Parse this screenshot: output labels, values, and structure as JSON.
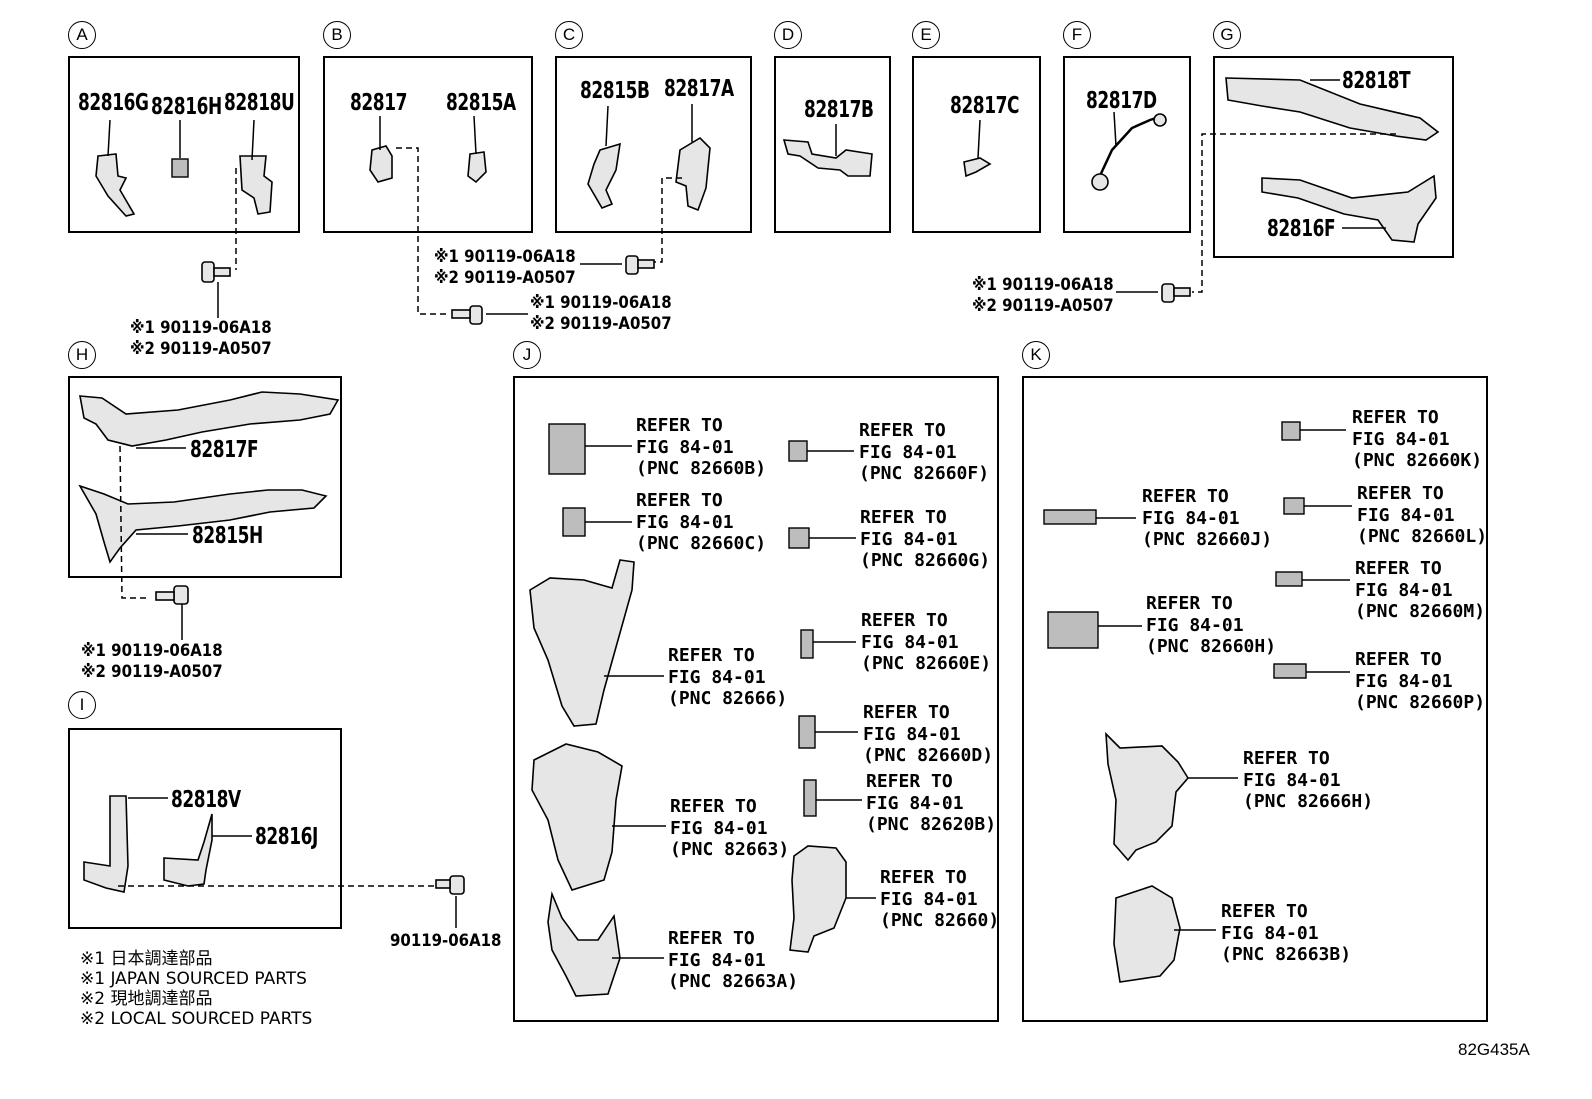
{
  "sections": {
    "A": {
      "label": "A",
      "parts": [
        "82816G",
        "82816H",
        "82818U"
      ]
    },
    "B": {
      "label": "B",
      "parts": [
        "82817",
        "82815A"
      ]
    },
    "C": {
      "label": "C",
      "parts": [
        "82815B",
        "82817A"
      ]
    },
    "D": {
      "label": "D",
      "parts": [
        "82817B"
      ]
    },
    "E": {
      "label": "E",
      "parts": [
        "82817C"
      ]
    },
    "F": {
      "label": "F",
      "parts": [
        "82817D"
      ]
    },
    "G": {
      "label": "G",
      "parts": [
        "82818T",
        "82816F"
      ]
    },
    "H": {
      "label": "H",
      "parts": [
        "82817F",
        "82815H"
      ]
    },
    "I": {
      "label": "I",
      "parts": [
        "82818V",
        "82816J"
      ]
    },
    "J": {
      "label": "J"
    },
    "K": {
      "label": "K"
    }
  },
  "fasteners": {
    "two_line": "※1 90119-06A18\n※2 90119-A0507",
    "single": "90119-06A18"
  },
  "refs": {
    "j": [
      "REFER TO\nFIG 84-01\n(PNC 82660B)",
      "REFER TO\nFIG 84-01\n(PNC 82660F)",
      "REFER TO\nFIG 84-01\n(PNC 82660C)",
      "REFER TO\nFIG 84-01\n(PNC 82660G)",
      "REFER TO\nFIG 84-01\n(PNC 82660E)",
      "REFER TO\nFIG 84-01\n(PNC 82666)",
      "REFER TO\nFIG 84-01\n(PNC 82660D)",
      "REFER TO\nFIG 84-01\n(PNC 82620B)",
      "REFER TO\nFIG 84-01\n(PNC 82663)",
      "REFER TO\nFIG 84-01\n(PNC 82660)",
      "REFER TO\nFIG 84-01\n(PNC 82663A)"
    ],
    "k": [
      "REFER TO\nFIG 84-01\n(PNC 82660K)",
      "REFER TO\nFIG 84-01\n(PNC 82660J)",
      "REFER TO\nFIG 84-01\n(PNC 82660L)",
      "REFER TO\nFIG 84-01\n(PNC 82660M)",
      "REFER TO\nFIG 84-01\n(PNC 82660H)",
      "REFER TO\nFIG 84-01\n(PNC 82660P)",
      "REFER TO\nFIG 84-01\n(PNC 82666H)",
      "REFER TO\nFIG 84-01\n(PNC 82663B)"
    ]
  },
  "notes": [
    "※1 日本調達部品",
    "※1 JAPAN SOURCED PARTS",
    "※2 現地調達部品",
    "※2 LOCAL SOURCED PARTS"
  ],
  "illustration_code": "82G435A"
}
